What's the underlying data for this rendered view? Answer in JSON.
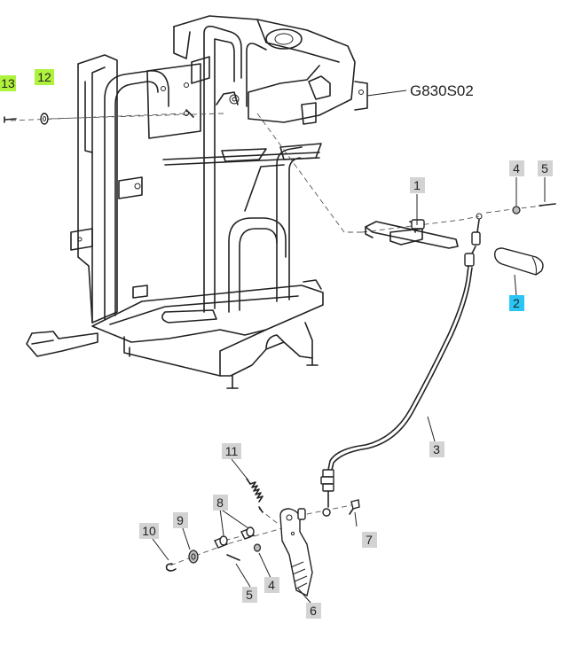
{
  "diagram": {
    "reference_code": "G830S02",
    "colors": {
      "callout_default": "#d3d3d3",
      "callout_highlight_blue": "#29c5f6",
      "callout_highlight_green": "#aef23c",
      "line": "#222222"
    },
    "callouts": [
      {
        "id": "c13",
        "label": "13",
        "highlight": "green"
      },
      {
        "id": "c12",
        "label": "12",
        "highlight": "green"
      },
      {
        "id": "c1",
        "label": "1",
        "highlight": "none"
      },
      {
        "id": "c4a",
        "label": "4",
        "highlight": "none"
      },
      {
        "id": "c5a",
        "label": "5",
        "highlight": "none"
      },
      {
        "id": "c2",
        "label": "2",
        "highlight": "blue"
      },
      {
        "id": "c3",
        "label": "3",
        "highlight": "none"
      },
      {
        "id": "c11",
        "label": "11",
        "highlight": "none"
      },
      {
        "id": "c8",
        "label": "8",
        "highlight": "none"
      },
      {
        "id": "c9",
        "label": "9",
        "highlight": "none"
      },
      {
        "id": "c10",
        "label": "10",
        "highlight": "none"
      },
      {
        "id": "c7",
        "label": "7",
        "highlight": "none"
      },
      {
        "id": "c5b",
        "label": "5",
        "highlight": "none"
      },
      {
        "id": "c4b",
        "label": "4",
        "highlight": "none"
      },
      {
        "id": "c6",
        "label": "6",
        "highlight": "none"
      }
    ]
  }
}
